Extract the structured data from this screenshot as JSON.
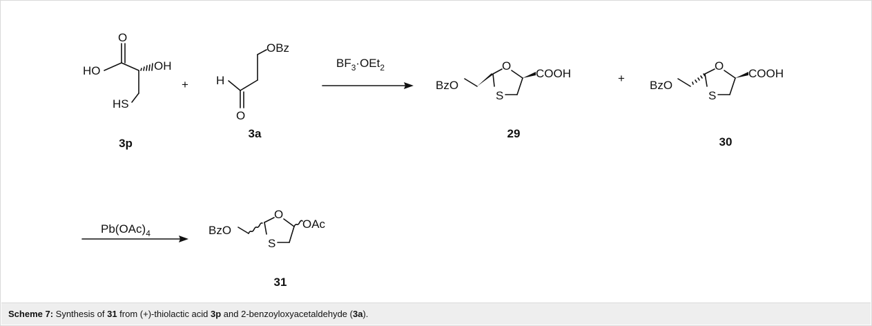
{
  "atoms": {
    "O": "O",
    "OH": "OH",
    "HO": "HO",
    "HS": "HS",
    "H": "H",
    "OBz": "OBz",
    "BzO": "BzO",
    "S": "S",
    "COOH": "COOH",
    "OAc": "OAc",
    "plus": "+"
  },
  "compounds": {
    "c3p": "3p",
    "c3a": "3a",
    "c29": "29",
    "c30": "30",
    "c31": "31"
  },
  "reagents": {
    "r1_main": "BF",
    "r1_sub1": "3",
    "r1_mid": "·OEt",
    "r1_sub2": "2",
    "r2_main": "Pb(OAc)",
    "r2_sub": "4"
  },
  "caption": {
    "label": "Scheme 7:",
    "t1": " Synthesis of ",
    "b1": "31",
    "t2": " from (+)-thiolactic acid ",
    "b2": "3p",
    "t3": " and 2-benzoyloxyacetaldehyde (",
    "b3": "3a",
    "t4": ")."
  }
}
